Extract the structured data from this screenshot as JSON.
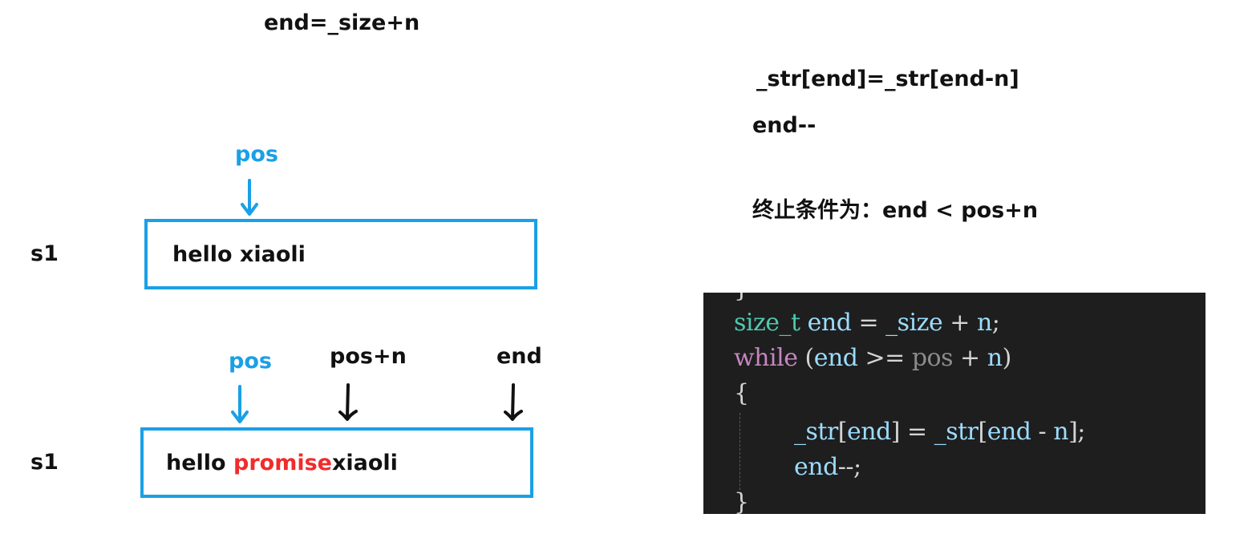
{
  "top_formula": "end=_size+n",
  "right_notes": {
    "line1": "_str[end]=_str[end-n]",
    "line2": "end--",
    "line3": "终止条件为：end < pos+n"
  },
  "diagram1": {
    "label": "s1",
    "pointer": "pos",
    "text": "hello xiaoli"
  },
  "diagram2": {
    "label": "s1",
    "pointers": {
      "pos": "pos",
      "pos_n": "pos+n",
      "end": "end"
    },
    "text_before": "hello ",
    "inserted": "promise",
    "text_after": "xiaoli"
  },
  "code": {
    "prev_brace": "}",
    "l1": {
      "type": "size_t",
      "a": " ",
      "var": "end",
      "b": " = ",
      "c": "_size",
      "d": " + ",
      "e": "n",
      "f": ";"
    },
    "l2": {
      "kw": "while",
      "a": " (",
      "var": "end",
      "b": " >= ",
      "c": "pos",
      "d": " + ",
      "e": "n",
      "f": ")"
    },
    "l3": "{",
    "l4": {
      "a": "_str",
      "b": "[",
      "c": "end",
      "d": "] = ",
      "e": "_str",
      "f": "[",
      "g": "end",
      "h": " - ",
      "i": "n",
      "j": "];"
    },
    "l5": {
      "var": "end",
      "op": "--;"
    },
    "l6": "}"
  },
  "colors": {
    "accent_blue": "#1aa0e6",
    "insert_red": "#f02c2c",
    "code_bg": "#1e1e1e"
  }
}
